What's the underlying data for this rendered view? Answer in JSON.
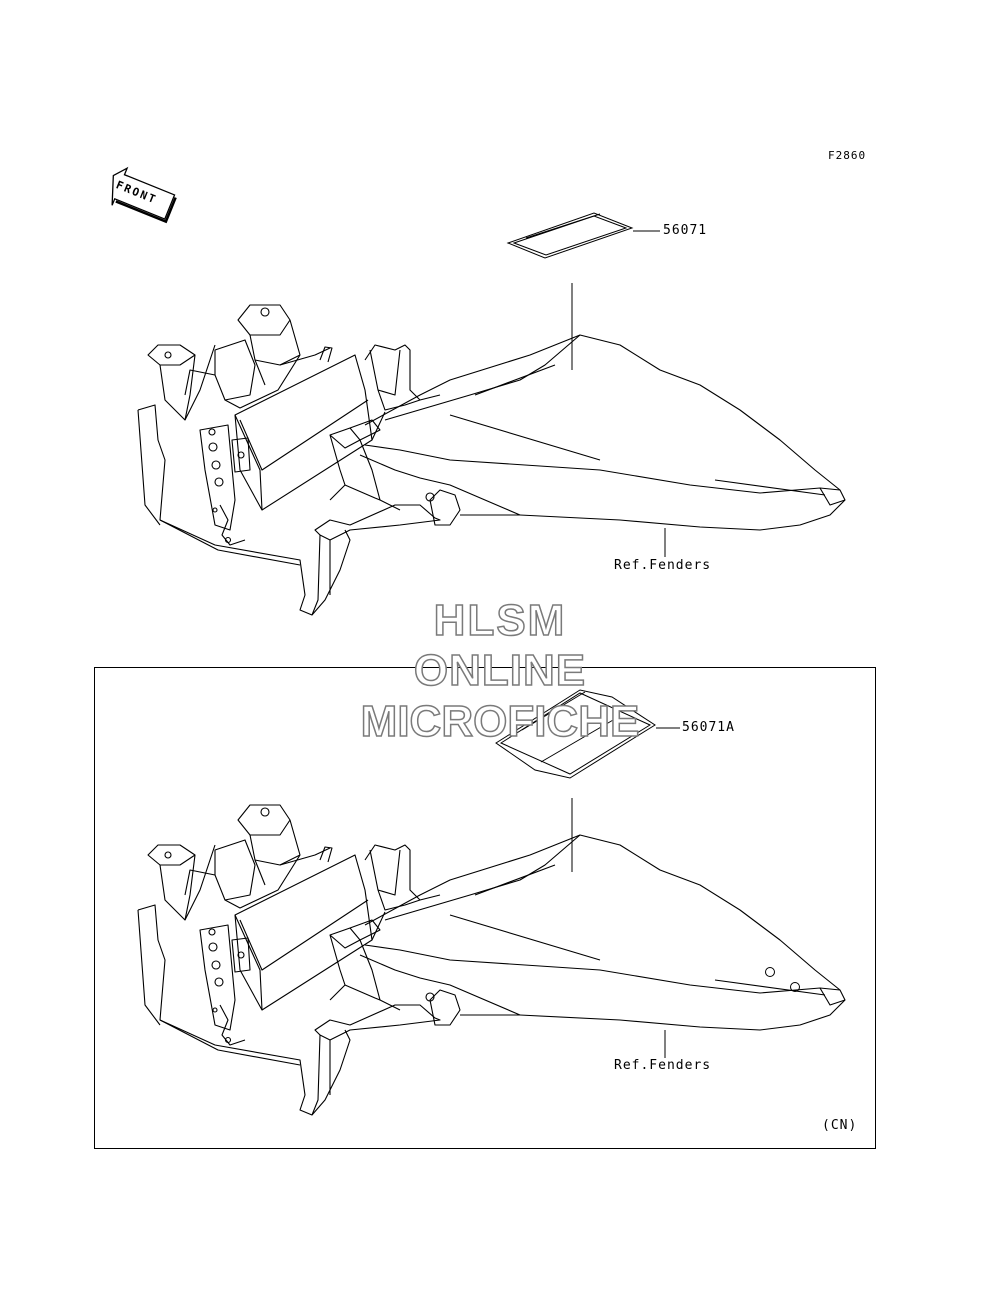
{
  "figure_code": "F2860",
  "front_label": "FRONT",
  "top": {
    "part_number": "56071",
    "reference": "Ref.Fenders"
  },
  "bottom": {
    "part_number": "56071A",
    "reference": "Ref.Fenders",
    "region": "(CN)"
  },
  "watermark": {
    "line1": "HLSM",
    "line2": "ONLINE",
    "line3": "MICROFICHE"
  }
}
